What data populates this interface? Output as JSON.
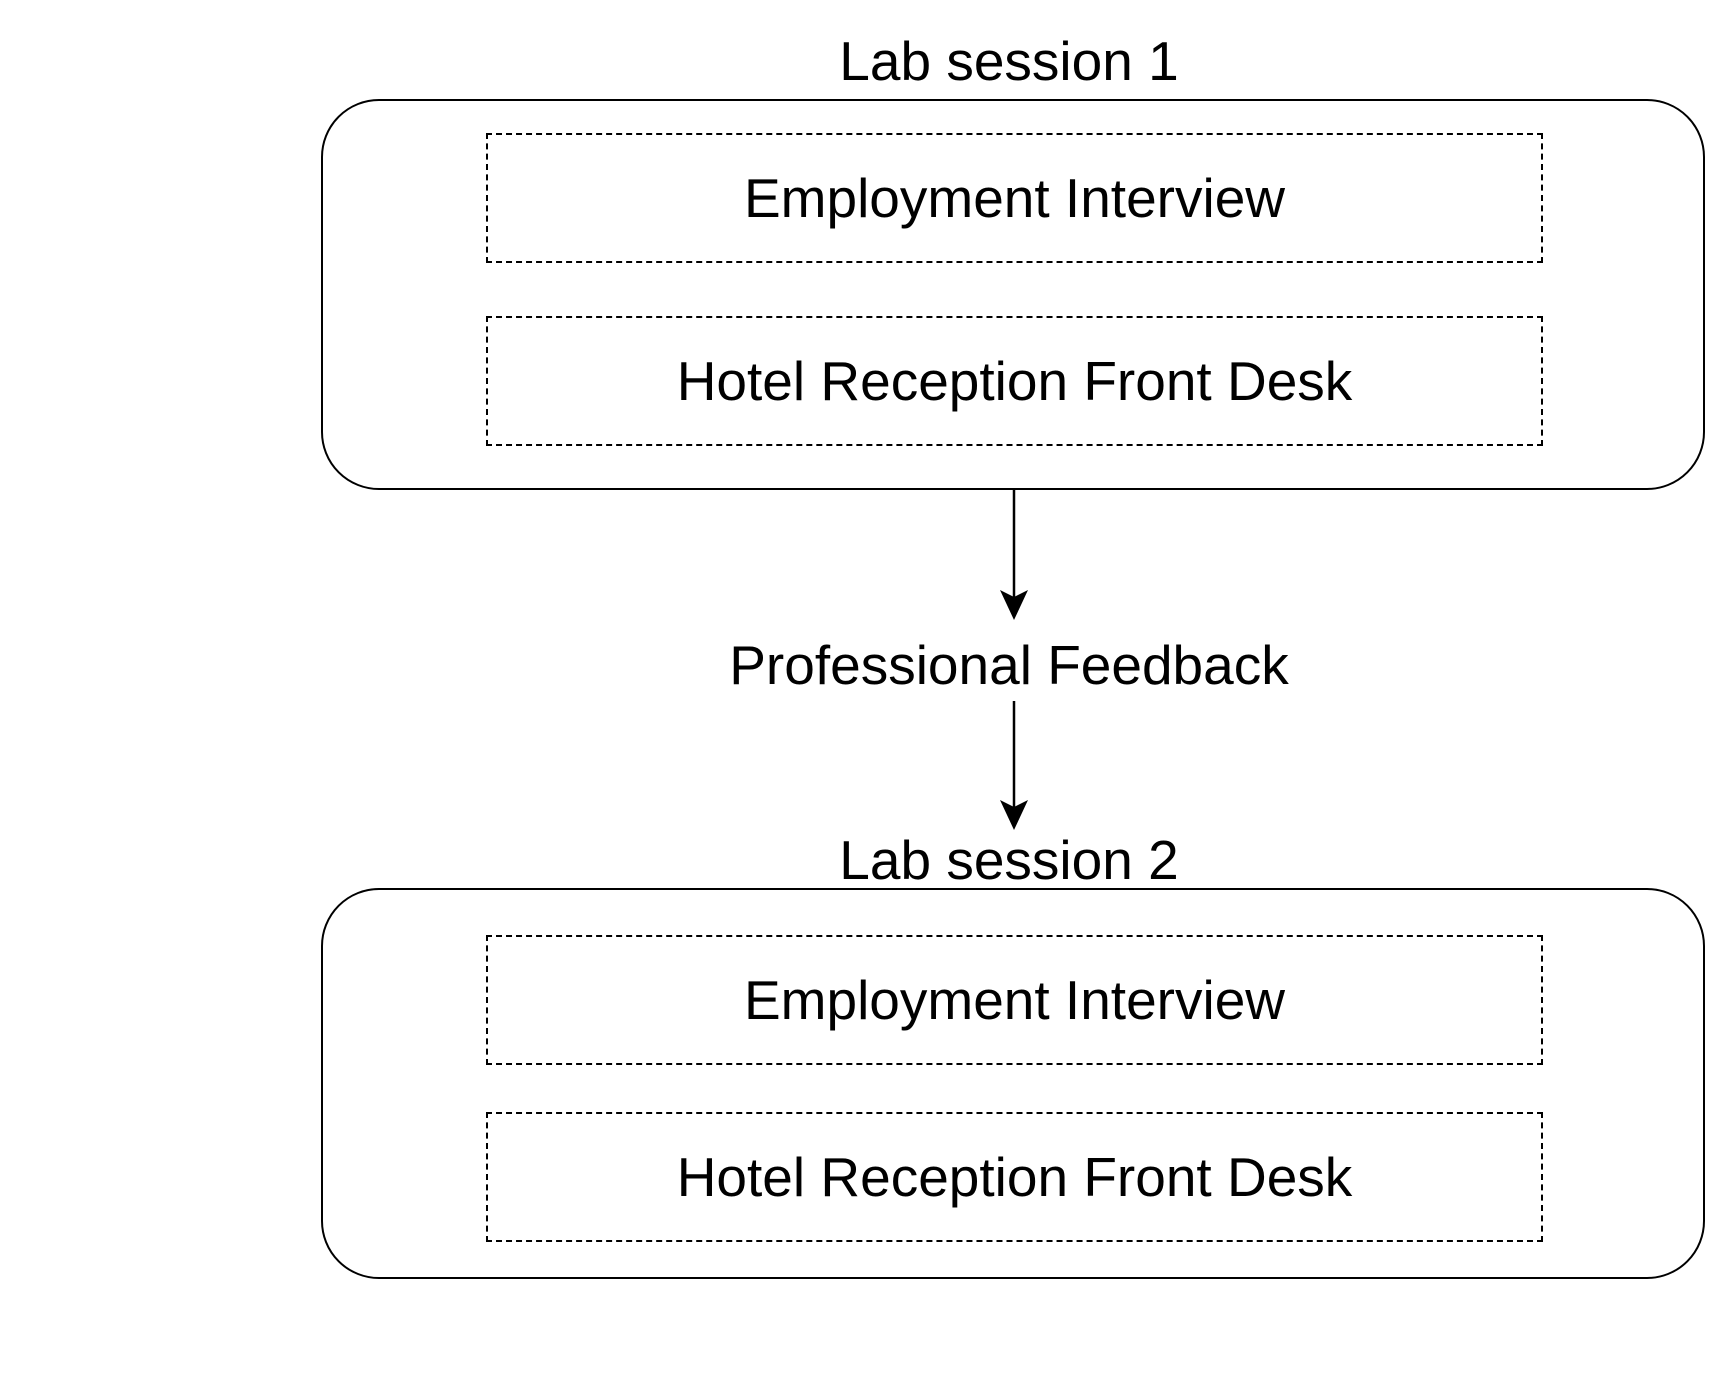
{
  "diagram": {
    "sessions": [
      {
        "title": "Lab session 1",
        "activities": [
          "Employment Interview",
          "Hotel Reception Front Desk"
        ]
      },
      {
        "title": "Lab session 2",
        "activities": [
          "Employment Interview",
          "Hotel Reception Front Desk"
        ]
      }
    ],
    "feedback": "Professional Feedback",
    "colors": {
      "stroke": "#000000",
      "background": "#ffffff",
      "text": "#000000"
    }
  }
}
